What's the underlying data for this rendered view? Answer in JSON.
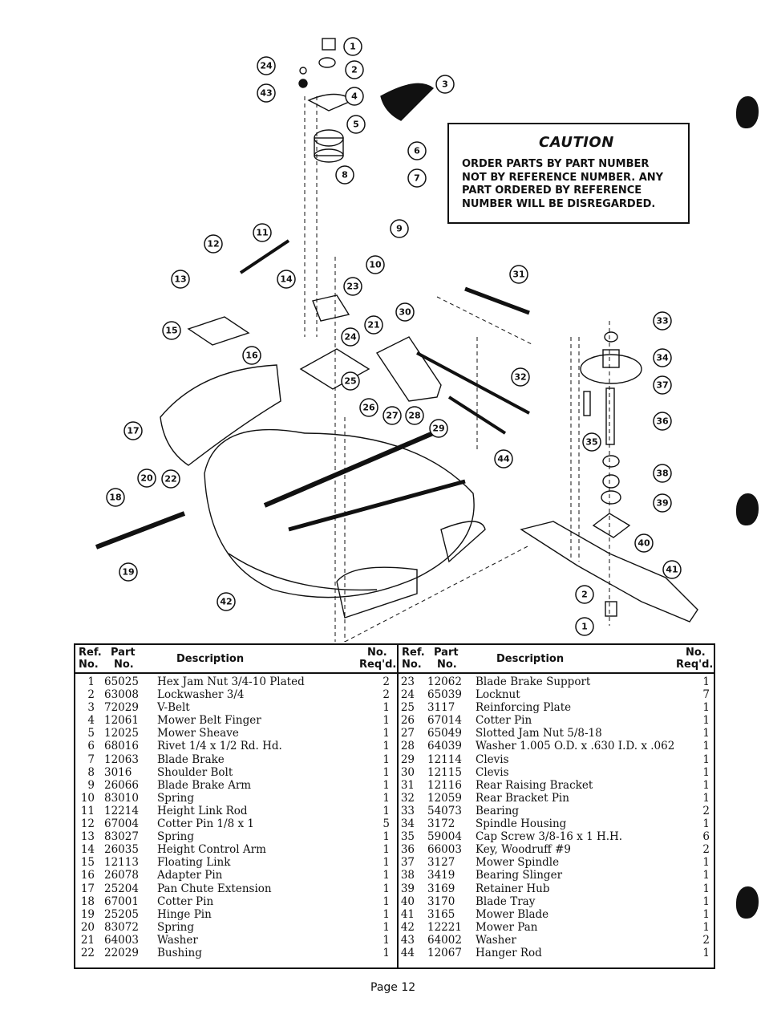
{
  "callouts": [
    "1",
    "2",
    "3",
    "4",
    "5",
    "6",
    "7",
    "8",
    "9",
    "10",
    "11",
    "12",
    "13",
    "14",
    "15",
    "16",
    "17",
    "18",
    "19",
    "20",
    "21",
    "22",
    "23",
    "24",
    "25",
    "26",
    "27",
    "28",
    "29",
    "30",
    "31",
    "32",
    "33",
    "34",
    "35",
    "36",
    "37",
    "38",
    "39",
    "40",
    "41",
    "42",
    "43"
  ],
  "caution": {
    "title": "CAUTION",
    "lines": [
      "ORDER PARTS BY PART NUMBER",
      "NOT BY REFERENCE NUMBER. ANY",
      "PART ORDERED BY REFERENCE",
      "NUMBER WILL BE DISREGARDED."
    ]
  },
  "table": {
    "headers": {
      "ref": "Ref.",
      "no": "No.",
      "part": "Part",
      "part_no": "No.",
      "description": "Description",
      "req_no": "No.",
      "reqd": "Req'd."
    },
    "left": [
      {
        "ref": "1",
        "part": "65025",
        "desc": "Hex Jam Nut 3/4-10 Plated",
        "qty": "2"
      },
      {
        "ref": "2",
        "part": "63008",
        "desc": "Lockwasher 3/4",
        "qty": "2"
      },
      {
        "ref": "3",
        "part": "72029",
        "desc": "V-Belt",
        "qty": "1"
      },
      {
        "ref": "4",
        "part": "12061",
        "desc": "Mower Belt Finger",
        "qty": "1"
      },
      {
        "ref": "5",
        "part": "12025",
        "desc": "Mower Sheave",
        "qty": "1"
      },
      {
        "ref": "6",
        "part": "68016",
        "desc": "Rivet 1/4 x 1/2 Rd. Hd.",
        "qty": "1"
      },
      {
        "ref": "7",
        "part": "12063",
        "desc": "Blade Brake",
        "qty": "1"
      },
      {
        "ref": "8",
        "part": "3016",
        "desc": "Shoulder Bolt",
        "qty": "1"
      },
      {
        "ref": "9",
        "part": "26066",
        "desc": "Blade Brake Arm",
        "qty": "1"
      },
      {
        "ref": "10",
        "part": "83010",
        "desc": "Spring",
        "qty": "1"
      },
      {
        "ref": "11",
        "part": "12214",
        "desc": "Height Link Rod",
        "qty": "1"
      },
      {
        "ref": "12",
        "part": "67004",
        "desc": "Cotter Pin 1/8 x 1",
        "qty": "5"
      },
      {
        "ref": "13",
        "part": "83027",
        "desc": "Spring",
        "qty": "1"
      },
      {
        "ref": "14",
        "part": "26035",
        "desc": "Height Control Arm",
        "qty": "1"
      },
      {
        "ref": "15",
        "part": "12113",
        "desc": "Floating Link",
        "qty": "1"
      },
      {
        "ref": "16",
        "part": "26078",
        "desc": "Adapter Pin",
        "qty": "1"
      },
      {
        "ref": "17",
        "part": "25204",
        "desc": "Pan Chute Extension",
        "qty": "1"
      },
      {
        "ref": "18",
        "part": "67001",
        "desc": "Cotter Pin",
        "qty": "1"
      },
      {
        "ref": "19",
        "part": "25205",
        "desc": "Hinge Pin",
        "qty": "1"
      },
      {
        "ref": "20",
        "part": "83072",
        "desc": "Spring",
        "qty": "1"
      },
      {
        "ref": "21",
        "part": "64003",
        "desc": "Washer",
        "qty": "1"
      },
      {
        "ref": "22",
        "part": "22029",
        "desc": "Bushing",
        "qty": "1"
      }
    ],
    "right": [
      {
        "ref": "23",
        "part": "12062",
        "desc": "Blade Brake Support",
        "qty": "1"
      },
      {
        "ref": "24",
        "part": "65039",
        "desc": "Locknut",
        "qty": "7"
      },
      {
        "ref": "25",
        "part": "3117",
        "desc": "Reinforcing Plate",
        "qty": "1"
      },
      {
        "ref": "26",
        "part": "67014",
        "desc": "Cotter Pin",
        "qty": "1"
      },
      {
        "ref": "27",
        "part": "65049",
        "desc": "Slotted Jam Nut 5/8-18",
        "qty": "1"
      },
      {
        "ref": "28",
        "part": "64039",
        "desc": "Washer 1.005 O.D. x .630 I.D. x .062",
        "qty": "1"
      },
      {
        "ref": "29",
        "part": "12114",
        "desc": "Clevis",
        "qty": "1"
      },
      {
        "ref": "30",
        "part": "12115",
        "desc": "Clevis",
        "qty": "1"
      },
      {
        "ref": "31",
        "part": "12116",
        "desc": "Rear Raising Bracket",
        "qty": "1"
      },
      {
        "ref": "32",
        "part": "12059",
        "desc": "Rear Bracket Pin",
        "qty": "1"
      },
      {
        "ref": "33",
        "part": "54073",
        "desc": "Bearing",
        "qty": "2"
      },
      {
        "ref": "34",
        "part": "3172",
        "desc": "Spindle Housing",
        "qty": "1"
      },
      {
        "ref": "35",
        "part": "59004",
        "desc": "Cap Screw 3/8-16 x 1 H.H.",
        "qty": "6"
      },
      {
        "ref": "36",
        "part": "66003",
        "desc": "Key, Woodruff #9",
        "qty": "2"
      },
      {
        "ref": "37",
        "part": "3127",
        "desc": "Mower Spindle",
        "qty": "1"
      },
      {
        "ref": "38",
        "part": "3419",
        "desc": "Bearing Slinger",
        "qty": "1"
      },
      {
        "ref": "39",
        "part": "3169",
        "desc": "Retainer Hub",
        "qty": "1"
      },
      {
        "ref": "40",
        "part": "3170",
        "desc": "Blade Tray",
        "qty": "1"
      },
      {
        "ref": "41",
        "part": "3165",
        "desc": "Mower Blade",
        "qty": "1"
      },
      {
        "ref": "42",
        "part": "12221",
        "desc": "Mower Pan",
        "qty": "1"
      },
      {
        "ref": "43",
        "part": "64002",
        "desc": "Washer",
        "qty": "2"
      },
      {
        "ref": "44",
        "part": "12067",
        "desc": "Hanger Rod",
        "qty": "1"
      }
    ]
  },
  "footer": {
    "page": "Page 12"
  }
}
